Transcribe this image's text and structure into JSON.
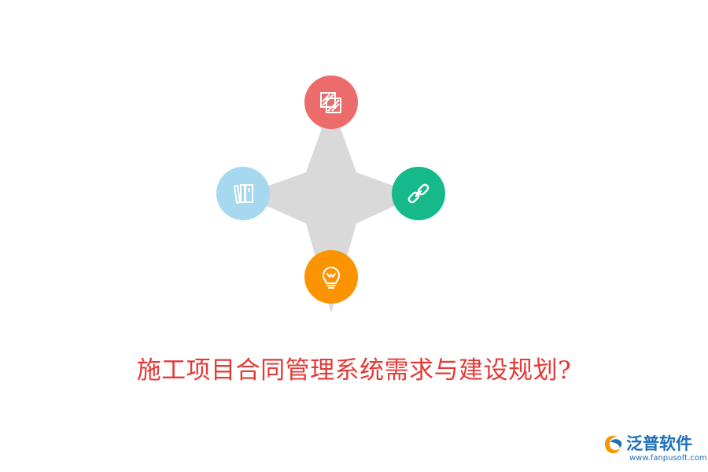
{
  "title": "施工项目合同管理系统需求与建设规划?",
  "colors": {
    "title": "#e53935",
    "star": "#d9d9d9",
    "node_top": "#ec6b6b",
    "node_left": "#a6d8ef",
    "node_right": "#15b98a",
    "node_bottom": "#fb9400",
    "logo_text": "#1d6fb8",
    "logo_url": "#1d6fb8",
    "logo_orange": "#f39800"
  },
  "nodes": [
    {
      "id": "top",
      "icon": "layers-icon"
    },
    {
      "id": "left",
      "icon": "books-icon"
    },
    {
      "id": "right",
      "icon": "link-icon"
    },
    {
      "id": "bottom",
      "icon": "lightbulb-icon"
    }
  ],
  "logo": {
    "name": "泛普软件",
    "url": "www.fanpusoft.com"
  }
}
